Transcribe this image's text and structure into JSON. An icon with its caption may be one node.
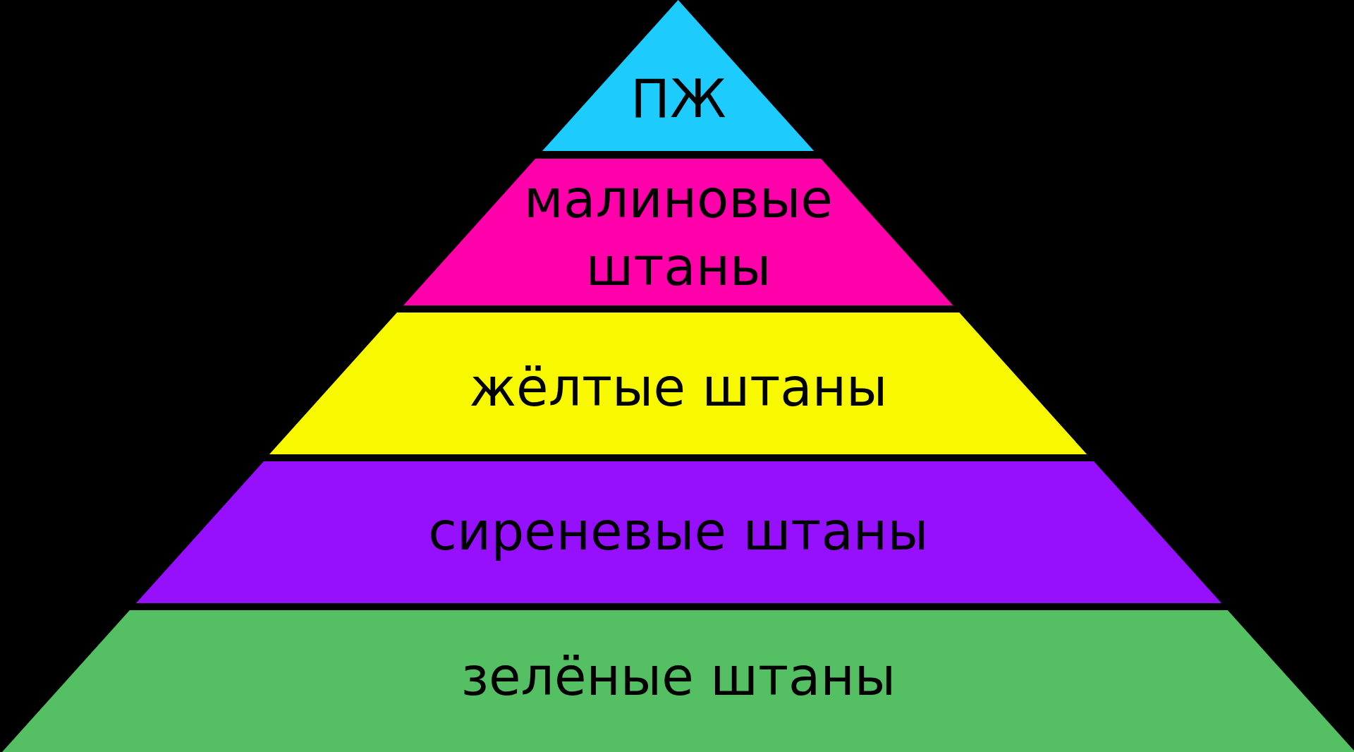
{
  "diagram": {
    "nodes": [
      {
        "text": [
          "ПЖ"
        ]
      },
      {
        "text": [
          "малиновые штаны"
        ]
      },
      {
        "text": [
          "жёлтые штаны"
        ]
      },
      {
        "text": [
          "сиреневые штаны"
        ]
      },
      {
        "text": [
          "зелёные штаны"
        ]
      }
    ]
  }
}
